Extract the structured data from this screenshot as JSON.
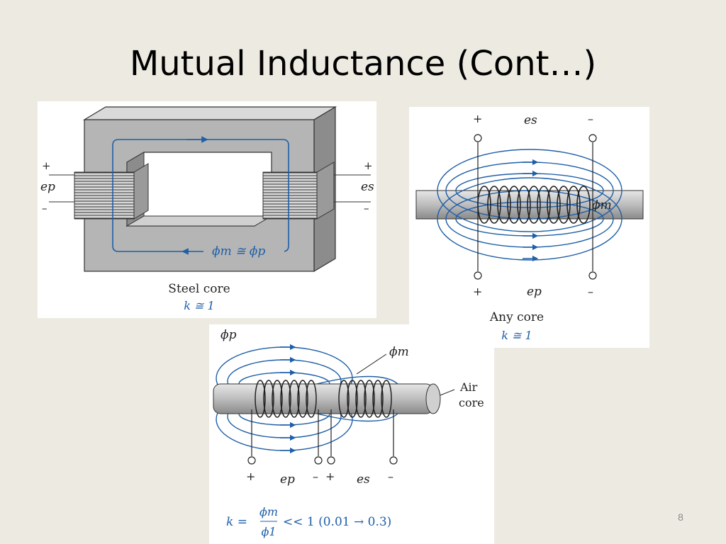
{
  "slide": {
    "title": "Mutual Inductance (Cont…)",
    "number": "8"
  },
  "colors": {
    "background": "#edebe1",
    "flux": "#1f5fa8",
    "core_gray": "#b5b5b5"
  },
  "fig_steel": {
    "caption": "Steel core",
    "k": "k ≅ 1",
    "flux": "ϕm ≅ ϕp",
    "plus": "+",
    "minus": "–",
    "ep": "ep",
    "es": "es"
  },
  "fig_any": {
    "caption": "Any core",
    "k": "k ≅ 1",
    "phi_m": "ϕm",
    "plus": "+",
    "minus": "–",
    "es": "es",
    "ep": "ep"
  },
  "fig_air": {
    "phi_p": "ϕp",
    "phi_m": "ϕm",
    "air_label": "Air",
    "core_label": "core",
    "plus": "+",
    "minus": "–",
    "ep": "ep",
    "es": "es",
    "k_formula_prefix": "k =",
    "k_numerator": "ϕm",
    "k_denominator": "ϕ1",
    "k_formula_suffix": "<< 1 (0.01 → 0.3)"
  }
}
